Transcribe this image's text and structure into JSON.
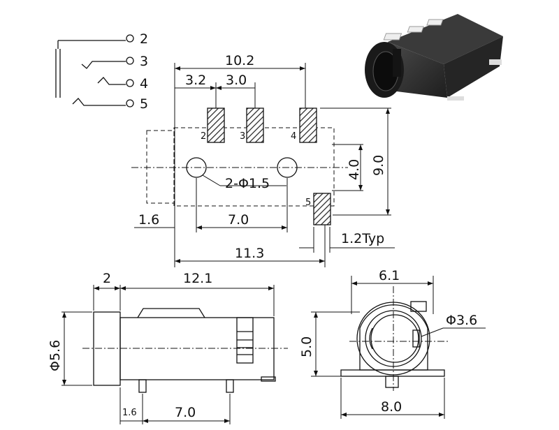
{
  "schematic": {
    "pins": [
      "2",
      "3",
      "4",
      "5"
    ]
  },
  "footprint": {
    "pad_labels": [
      "2",
      "3",
      "4",
      "5"
    ],
    "dims": {
      "overall_pad_span": "10.2",
      "pad_pitch_a": "3.2",
      "pad_pitch_b": "3.0",
      "hole_label": "2-Φ1.5",
      "pad_offset": "4.0",
      "body_height": "9.0",
      "left_offset": "1.6",
      "hole_spacing": "7.0",
      "pad_width": "1.2Typ",
      "overall_length": "11.3"
    }
  },
  "side_view": {
    "dims": {
      "front_length": "2",
      "body_length": "12.1",
      "diameter": "Φ5.6",
      "post_offset": "1.6",
      "post_spacing": "7.0"
    }
  },
  "front_view": {
    "dims": {
      "top_width": "6.1",
      "bore": "Φ3.6",
      "height": "5.0",
      "base_width": "8.0"
    }
  }
}
